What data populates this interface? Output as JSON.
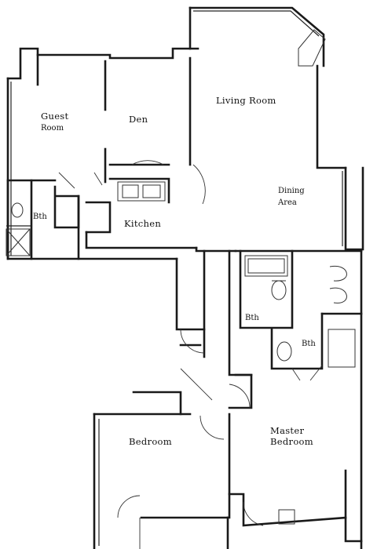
{
  "rooms": {
    "guest_room": {
      "line1": "Guest",
      "line2": "Room"
    },
    "den": "Den",
    "living_room": "Living Room",
    "dining_area": {
      "line1": "Dining",
      "line2": "Area"
    },
    "kitchen": "Kitchen",
    "bath_west": "Bth",
    "bath_center": "Bth",
    "bath_master": "Bth",
    "bedroom": "Bedroom",
    "master_bedroom": {
      "line1": "Master",
      "line2": "Bedroom"
    }
  }
}
